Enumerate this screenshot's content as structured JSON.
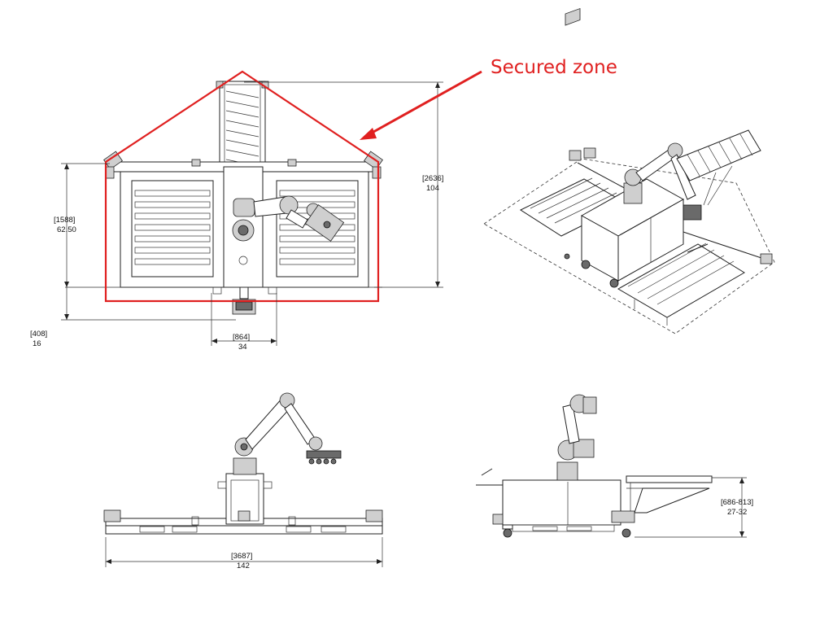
{
  "annotation": {
    "secured_zone_label": "Secured zone",
    "color": "#e02020"
  },
  "dimensions": {
    "top_height": {
      "mm": "[2636]",
      "in": "104"
    },
    "base_height": {
      "mm": "[1588]",
      "in": "62.50"
    },
    "offset": {
      "mm": "[408]",
      "in": "16"
    },
    "column_width": {
      "mm": "[864]",
      "in": "34"
    },
    "total_width": {
      "mm": "[3687]",
      "in": "142"
    },
    "conveyor_height": {
      "mm": "[686-813]",
      "in": "27-32"
    }
  }
}
